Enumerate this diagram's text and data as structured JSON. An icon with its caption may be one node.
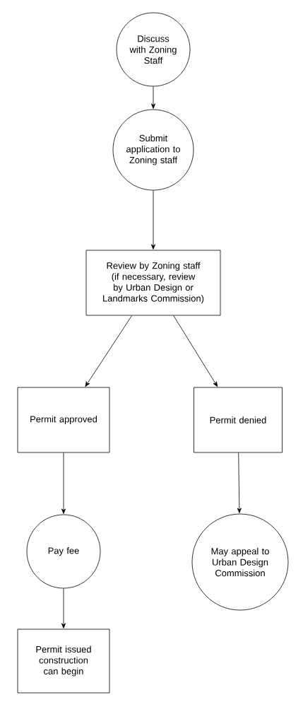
{
  "diagram": {
    "nodes": [
      {
        "text": [
          "Discuss with Zoning Staff"
        ]
      },
      {
        "text": [
          "Submit application to Zoning staff"
        ]
      },
      {
        "text": [
          "Review by Zoning staff (if necessary, review by Urban Design or Landmarks Commission)"
        ]
      },
      {
        "text": [
          "Permit approved"
        ]
      },
      {
        "text": [
          "Permit denied"
        ]
      },
      {
        "text": [
          "Pay fee"
        ]
      },
      {
        "text": [
          "May appeal to Urban Design Commission"
        ]
      },
      {
        "text": [
          "Permit issued construction can begin"
        ]
      }
    ],
    "edges": [
      {
        "from": 0,
        "to": 1,
        "arrow": "to"
      },
      {
        "from": 1,
        "to": 2,
        "arrow": "to"
      },
      {
        "from": 2,
        "to": 3,
        "arrow": "to"
      },
      {
        "from": 2,
        "to": 4,
        "arrow": "to"
      },
      {
        "from": 3,
        "to": 5,
        "arrow": "to"
      },
      {
        "from": 4,
        "to": 6,
        "arrow": "to"
      },
      {
        "from": 5,
        "to": 7,
        "arrow": "to"
      }
    ]
  }
}
